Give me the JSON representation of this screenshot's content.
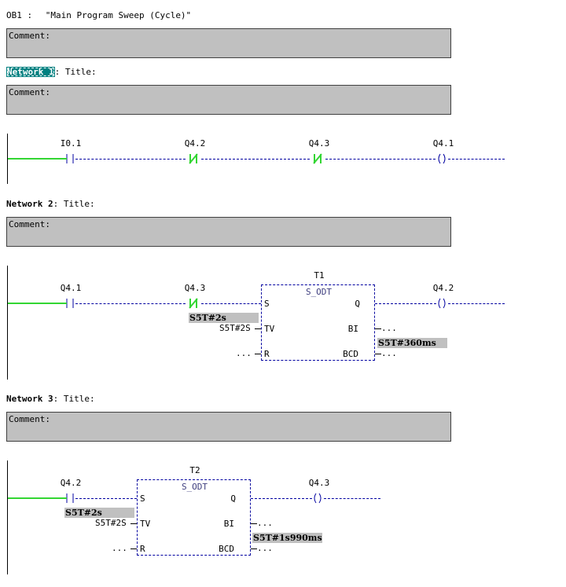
{
  "block": {
    "header_label": "OB1 :",
    "title": "\"Main Program Sweep (Cycle)\"",
    "comment_label": "Comment:"
  },
  "networks": [
    {
      "label": "Network 1",
      "title_label": ": Title:",
      "comment_label": "Comment:",
      "contacts": [
        {
          "addr": "I0.1",
          "type": "NO"
        },
        {
          "addr": "Q4.2",
          "type": "NC"
        },
        {
          "addr": "Q4.3",
          "type": "NC"
        }
      ],
      "coil": {
        "addr": "Q4.1"
      }
    },
    {
      "label": "Network 2",
      "title_label": ": Title:",
      "comment_label": "Comment:",
      "contacts": [
        {
          "addr": "Q4.1",
          "type": "NO"
        },
        {
          "addr": "Q4.3",
          "type": "NC"
        }
      ],
      "timer": {
        "name": "T1",
        "type": "S_ODT",
        "pin_s": "S",
        "pin_tv": "TV",
        "pin_r": "R",
        "pin_q": "Q",
        "pin_bi": "BI",
        "pin_bcd": "BCD",
        "tv_value": "S5T#2S",
        "tv_status": "S5T#2s",
        "bi_out": "...",
        "bcd_out": "...",
        "r_in": "...",
        "remaining": "S5T#360ms"
      },
      "coil": {
        "addr": "Q4.2"
      }
    },
    {
      "label": "Network 3",
      "title_label": ": Title:",
      "comment_label": "Comment:",
      "contacts": [
        {
          "addr": "Q4.2",
          "type": "NO"
        }
      ],
      "timer": {
        "name": "T2",
        "type": "S_ODT",
        "pin_s": "S",
        "pin_tv": "TV",
        "pin_r": "R",
        "pin_q": "Q",
        "pin_bi": "BI",
        "pin_bcd": "BCD",
        "tv_value": "S5T#2S",
        "tv_status": "S5T#2s",
        "bi_out": "...",
        "bcd_out": "...",
        "r_in": "...",
        "remaining": "S5T#1s990ms"
      },
      "coil": {
        "addr": "Q4.3"
      }
    }
  ],
  "colors": {
    "powered": "#33d633",
    "wire": "#0000a0",
    "comment_bg": "#c0c0c0",
    "selection": "#008080"
  }
}
